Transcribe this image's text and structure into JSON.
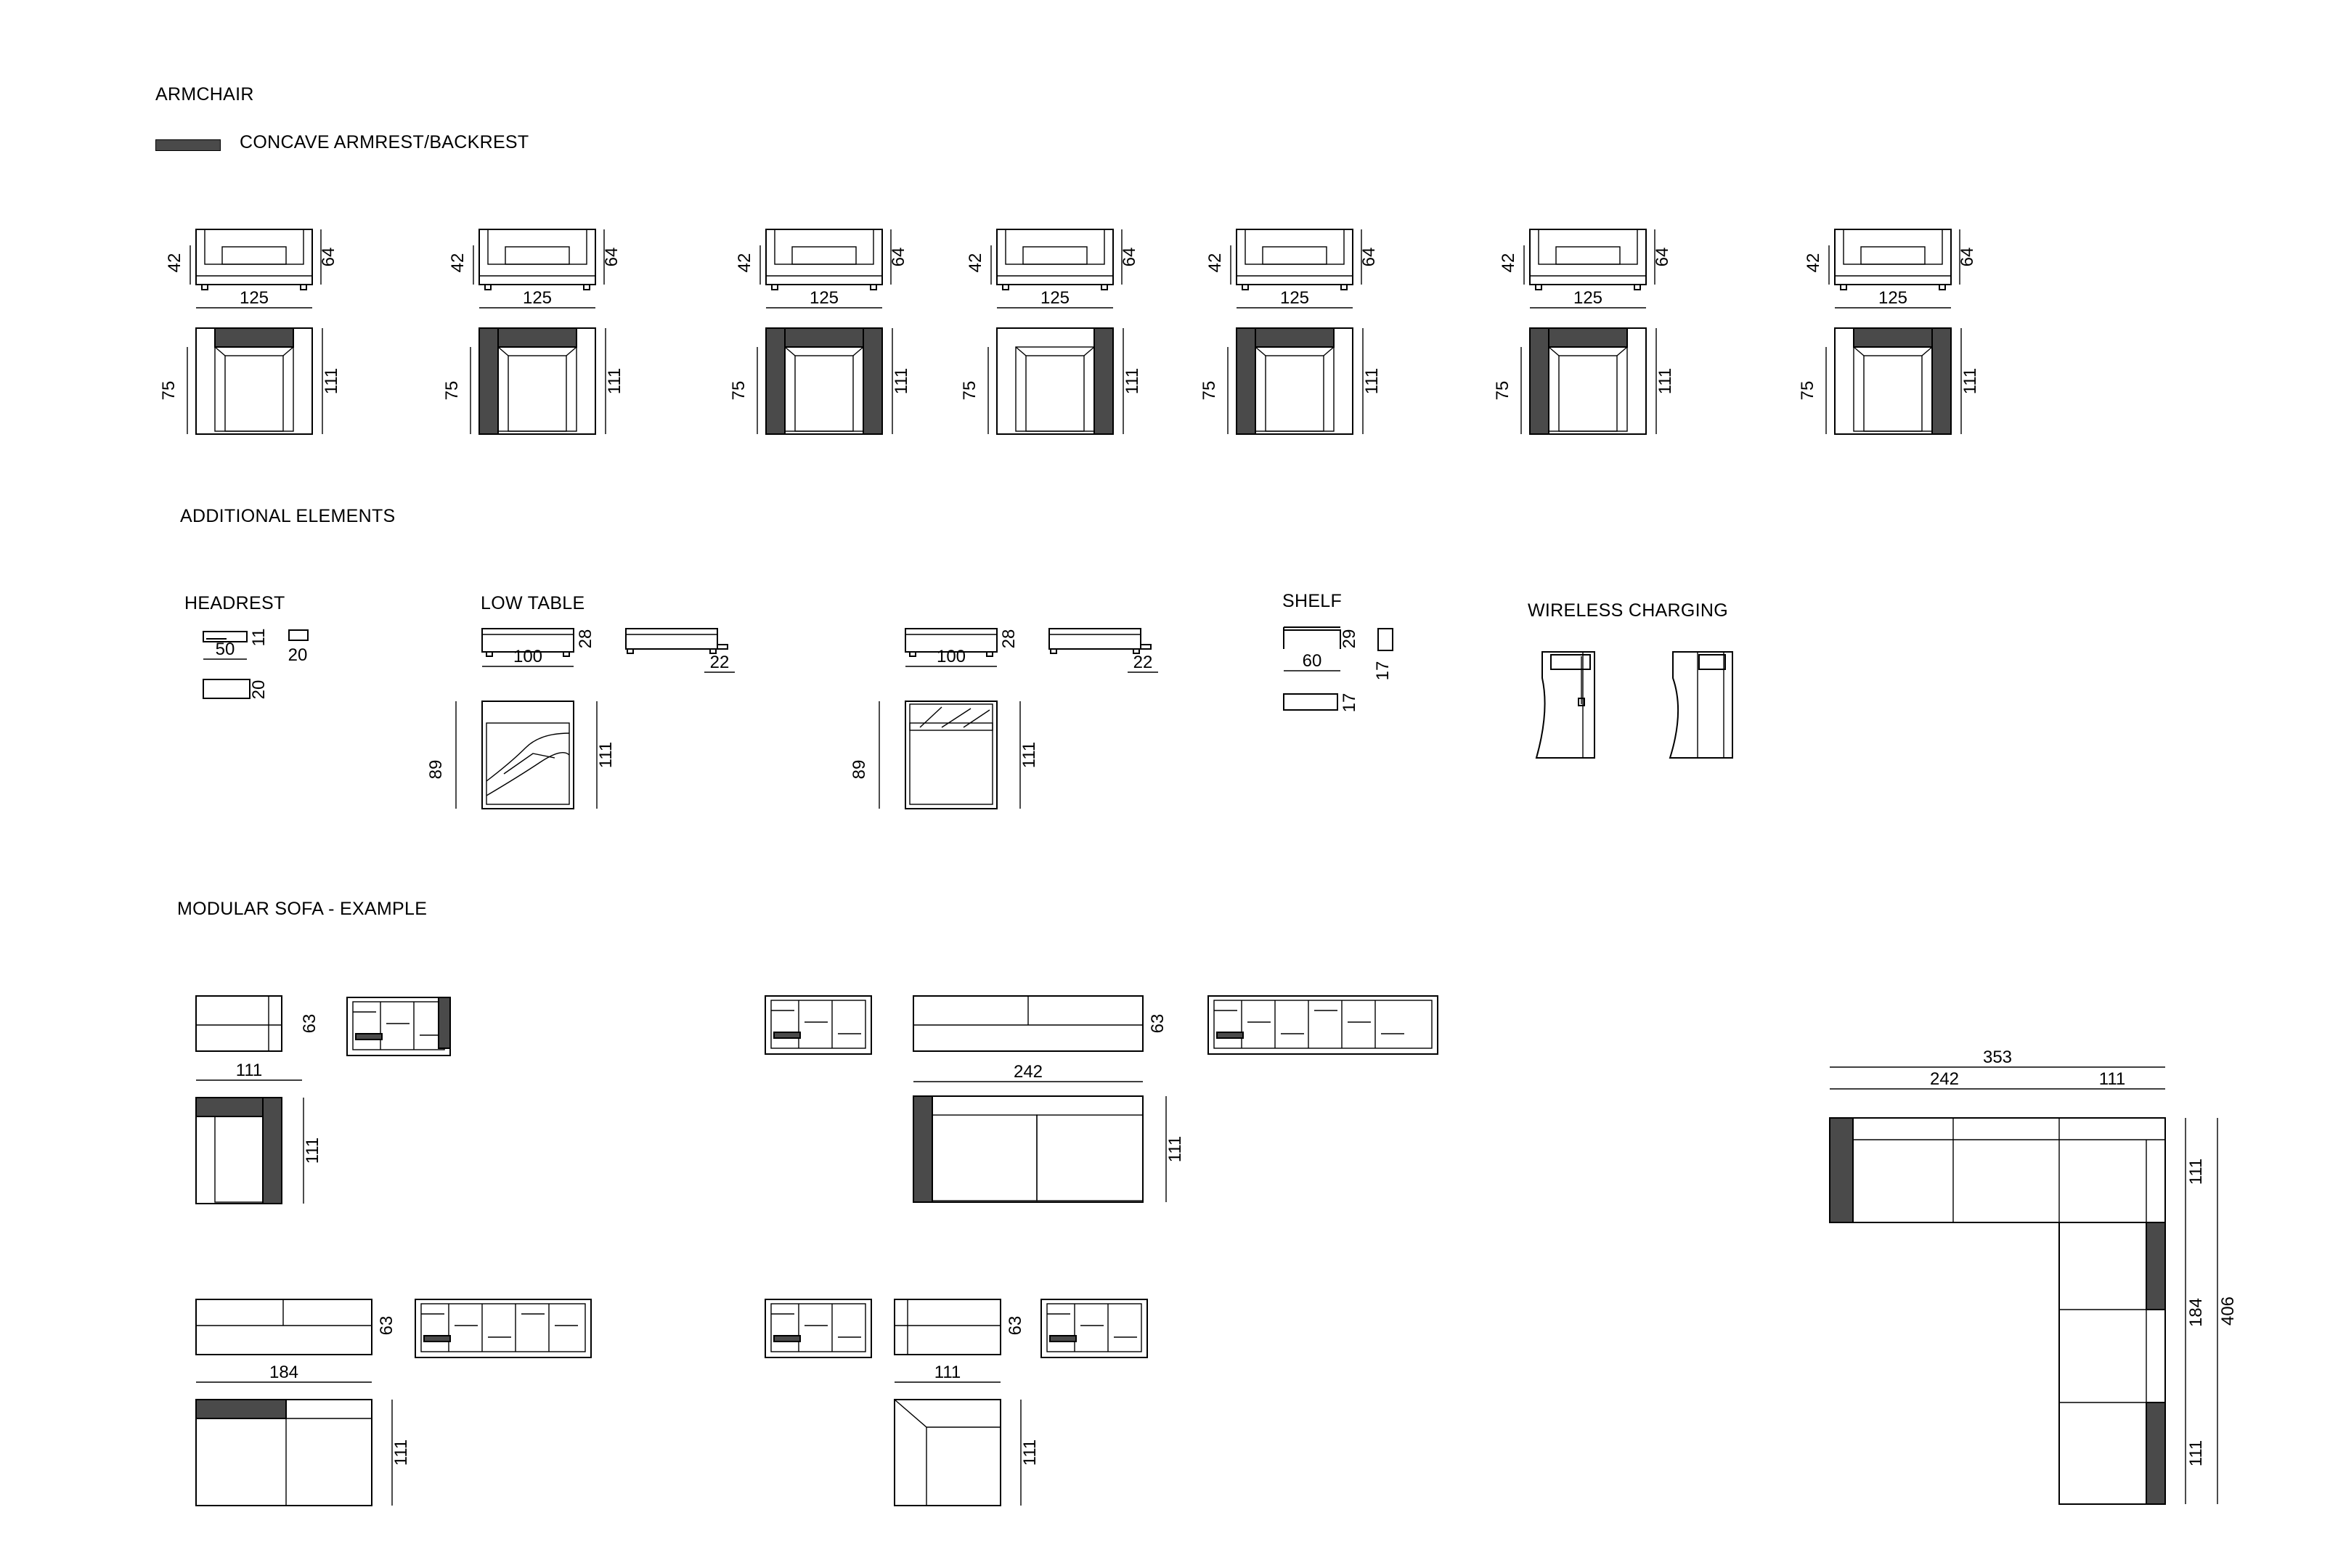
{
  "sections": {
    "armchair": "ARMCHAIR",
    "legend_label": "CONCAVE ARMREST/BACKREST",
    "additional": "ADDITIONAL ELEMENTS",
    "headrest": "HEADREST",
    "low_table": "LOW TABLE",
    "shelf": "SHELF",
    "wireless": "WIRELESS CHARGING",
    "modular": "MODULAR SOFA - EXAMPLE"
  },
  "colors": {
    "concave": "#4a4a4a",
    "line": "#000000",
    "background": "#ffffff"
  },
  "armchair_dims": {
    "height": "42",
    "depth_front": "64",
    "width": "125",
    "seat_depth": "75",
    "total_depth": "111"
  },
  "armchair_variants": [
    {
      "id": "back-only",
      "concave": [
        "back"
      ]
    },
    {
      "id": "back-left",
      "concave": [
        "back",
        "left"
      ]
    },
    {
      "id": "three-sides",
      "concave": [
        "back",
        "left",
        "right"
      ]
    },
    {
      "id": "right-only",
      "concave": [
        "right"
      ]
    },
    {
      "id": "back-left-b",
      "concave": [
        "back",
        "left"
      ]
    },
    {
      "id": "left-back-short",
      "concave": [
        "left",
        "back"
      ]
    },
    {
      "id": "back-right",
      "concave": [
        "back",
        "right"
      ]
    }
  ],
  "headrest_dims": {
    "w": "50",
    "h": "11",
    "side": "20",
    "front": "20"
  },
  "low_table_dims": {
    "w": "100",
    "h": "28",
    "ext": "22",
    "d1": "89",
    "d2": "111"
  },
  "shelf_dims": {
    "w": "60",
    "h": "29",
    "side": "17",
    "front": "17"
  },
  "modular_dims": {
    "corner_w": "111",
    "corner_h": "63",
    "corner_d": "111",
    "sofa242_w": "242",
    "sofa242_h": "63",
    "sofa242_d": "111",
    "sofa184_w": "184",
    "sofa184_h": "63",
    "sofa184_d": "111",
    "end_w": "111",
    "end_h": "63",
    "end_d": "111",
    "l_total": "353",
    "l_a": "242",
    "l_b": "111",
    "l_r1": "111",
    "l_r2": "184",
    "l_r3": "111",
    "l_total_v": "406"
  }
}
